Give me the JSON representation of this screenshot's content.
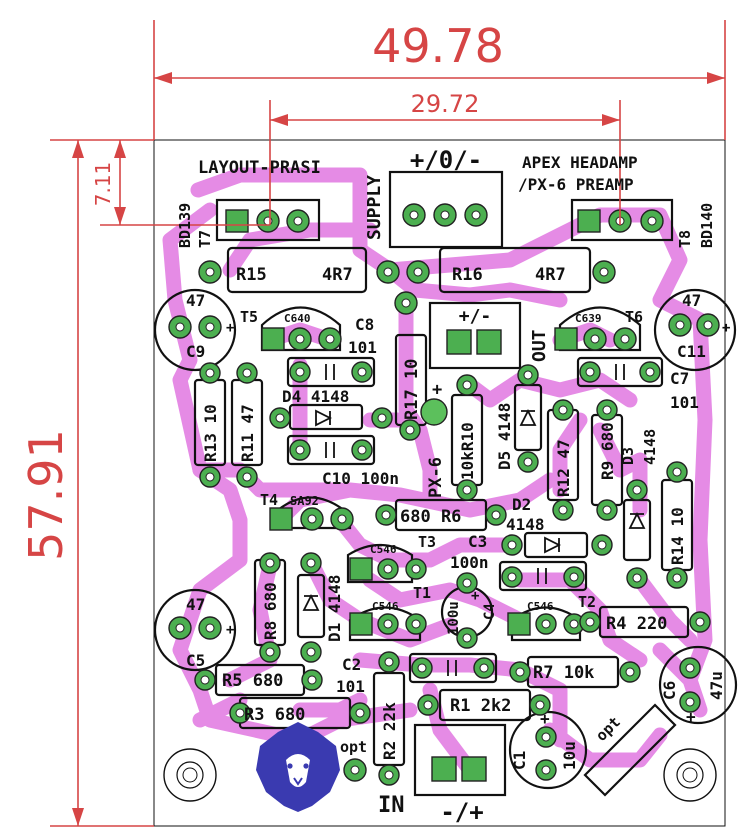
{
  "dimensions": {
    "width_main": "49.78",
    "width_inner": "29.72",
    "height_main": "57.91",
    "height_small": "7.11"
  },
  "headings": {
    "layout": "LAYOUT-PRASI",
    "supply": "SUPPLY",
    "supply_pins": "+/0/-",
    "title_line1": "APEX HEADAMP",
    "title_line2": "/PX-6 PREAMP",
    "out_label": "OUT",
    "out_pins": "+/-",
    "in_label": "IN",
    "in_pins": "-/+",
    "px6": "PX-6",
    "plus": "+"
  },
  "transistors": {
    "t7": "T7",
    "t7_part": "BD139",
    "t8": "T8",
    "t8_part": "BD140",
    "t5": "T5",
    "t5_part": "C640",
    "t6": "T6",
    "t6_part": "C639",
    "t4": "T4",
    "t4_part": "SA92",
    "t3": "T3",
    "t3_part": "C546",
    "t1": "T1",
    "t1_part": "C546",
    "t2": "T2",
    "t2_part": "C546"
  },
  "resistors": {
    "r15": "R15",
    "r15_val": "4R7",
    "r16": "R16",
    "r16_val": "4R7",
    "r17": "R17 10",
    "r13": "R13 10",
    "r11": "R11 47",
    "r10": "10kR10",
    "r12": "R12 47",
    "r9": "R9 680",
    "r14": "R14 10",
    "r6": "680  R6",
    "r8": "R8 680",
    "r4": "R4 220",
    "r7": "R7 10k",
    "r5": "R5 680",
    "r3": "R3 680",
    "r2": "R2 22k",
    "r1": "R1 2k2"
  },
  "capacitors": {
    "c8": "C8",
    "c8_val": "101",
    "c7": "C7",
    "c7_val": "101",
    "c9": "C9",
    "c9_val": "47",
    "c11": "C11",
    "c11_val": "47",
    "c10": "C10 100n",
    "c3": "C3",
    "c3_val": "100n",
    "c4": "C4",
    "c4_val": "100u",
    "c5": "C5",
    "c5_val": "47",
    "c2": "C2",
    "c2_val": "101",
    "c6": "C6",
    "c6_val": "47u",
    "c1": "C1",
    "c1_val": "10u"
  },
  "diodes": {
    "d4": "D4 4148",
    "d5": "D5 4148",
    "d3": "D3",
    "d3_val": "4148",
    "d2": "D2",
    "d2_val": "4148",
    "d1": "D1 4148"
  },
  "misc": {
    "opt1": "opt",
    "opt2": "opt"
  },
  "colors": {
    "dimension": "#d64545",
    "track": "#e58be5",
    "pad": "#4caf50",
    "silkscreen": "#111111",
    "logo": "#3a3ab0"
  }
}
